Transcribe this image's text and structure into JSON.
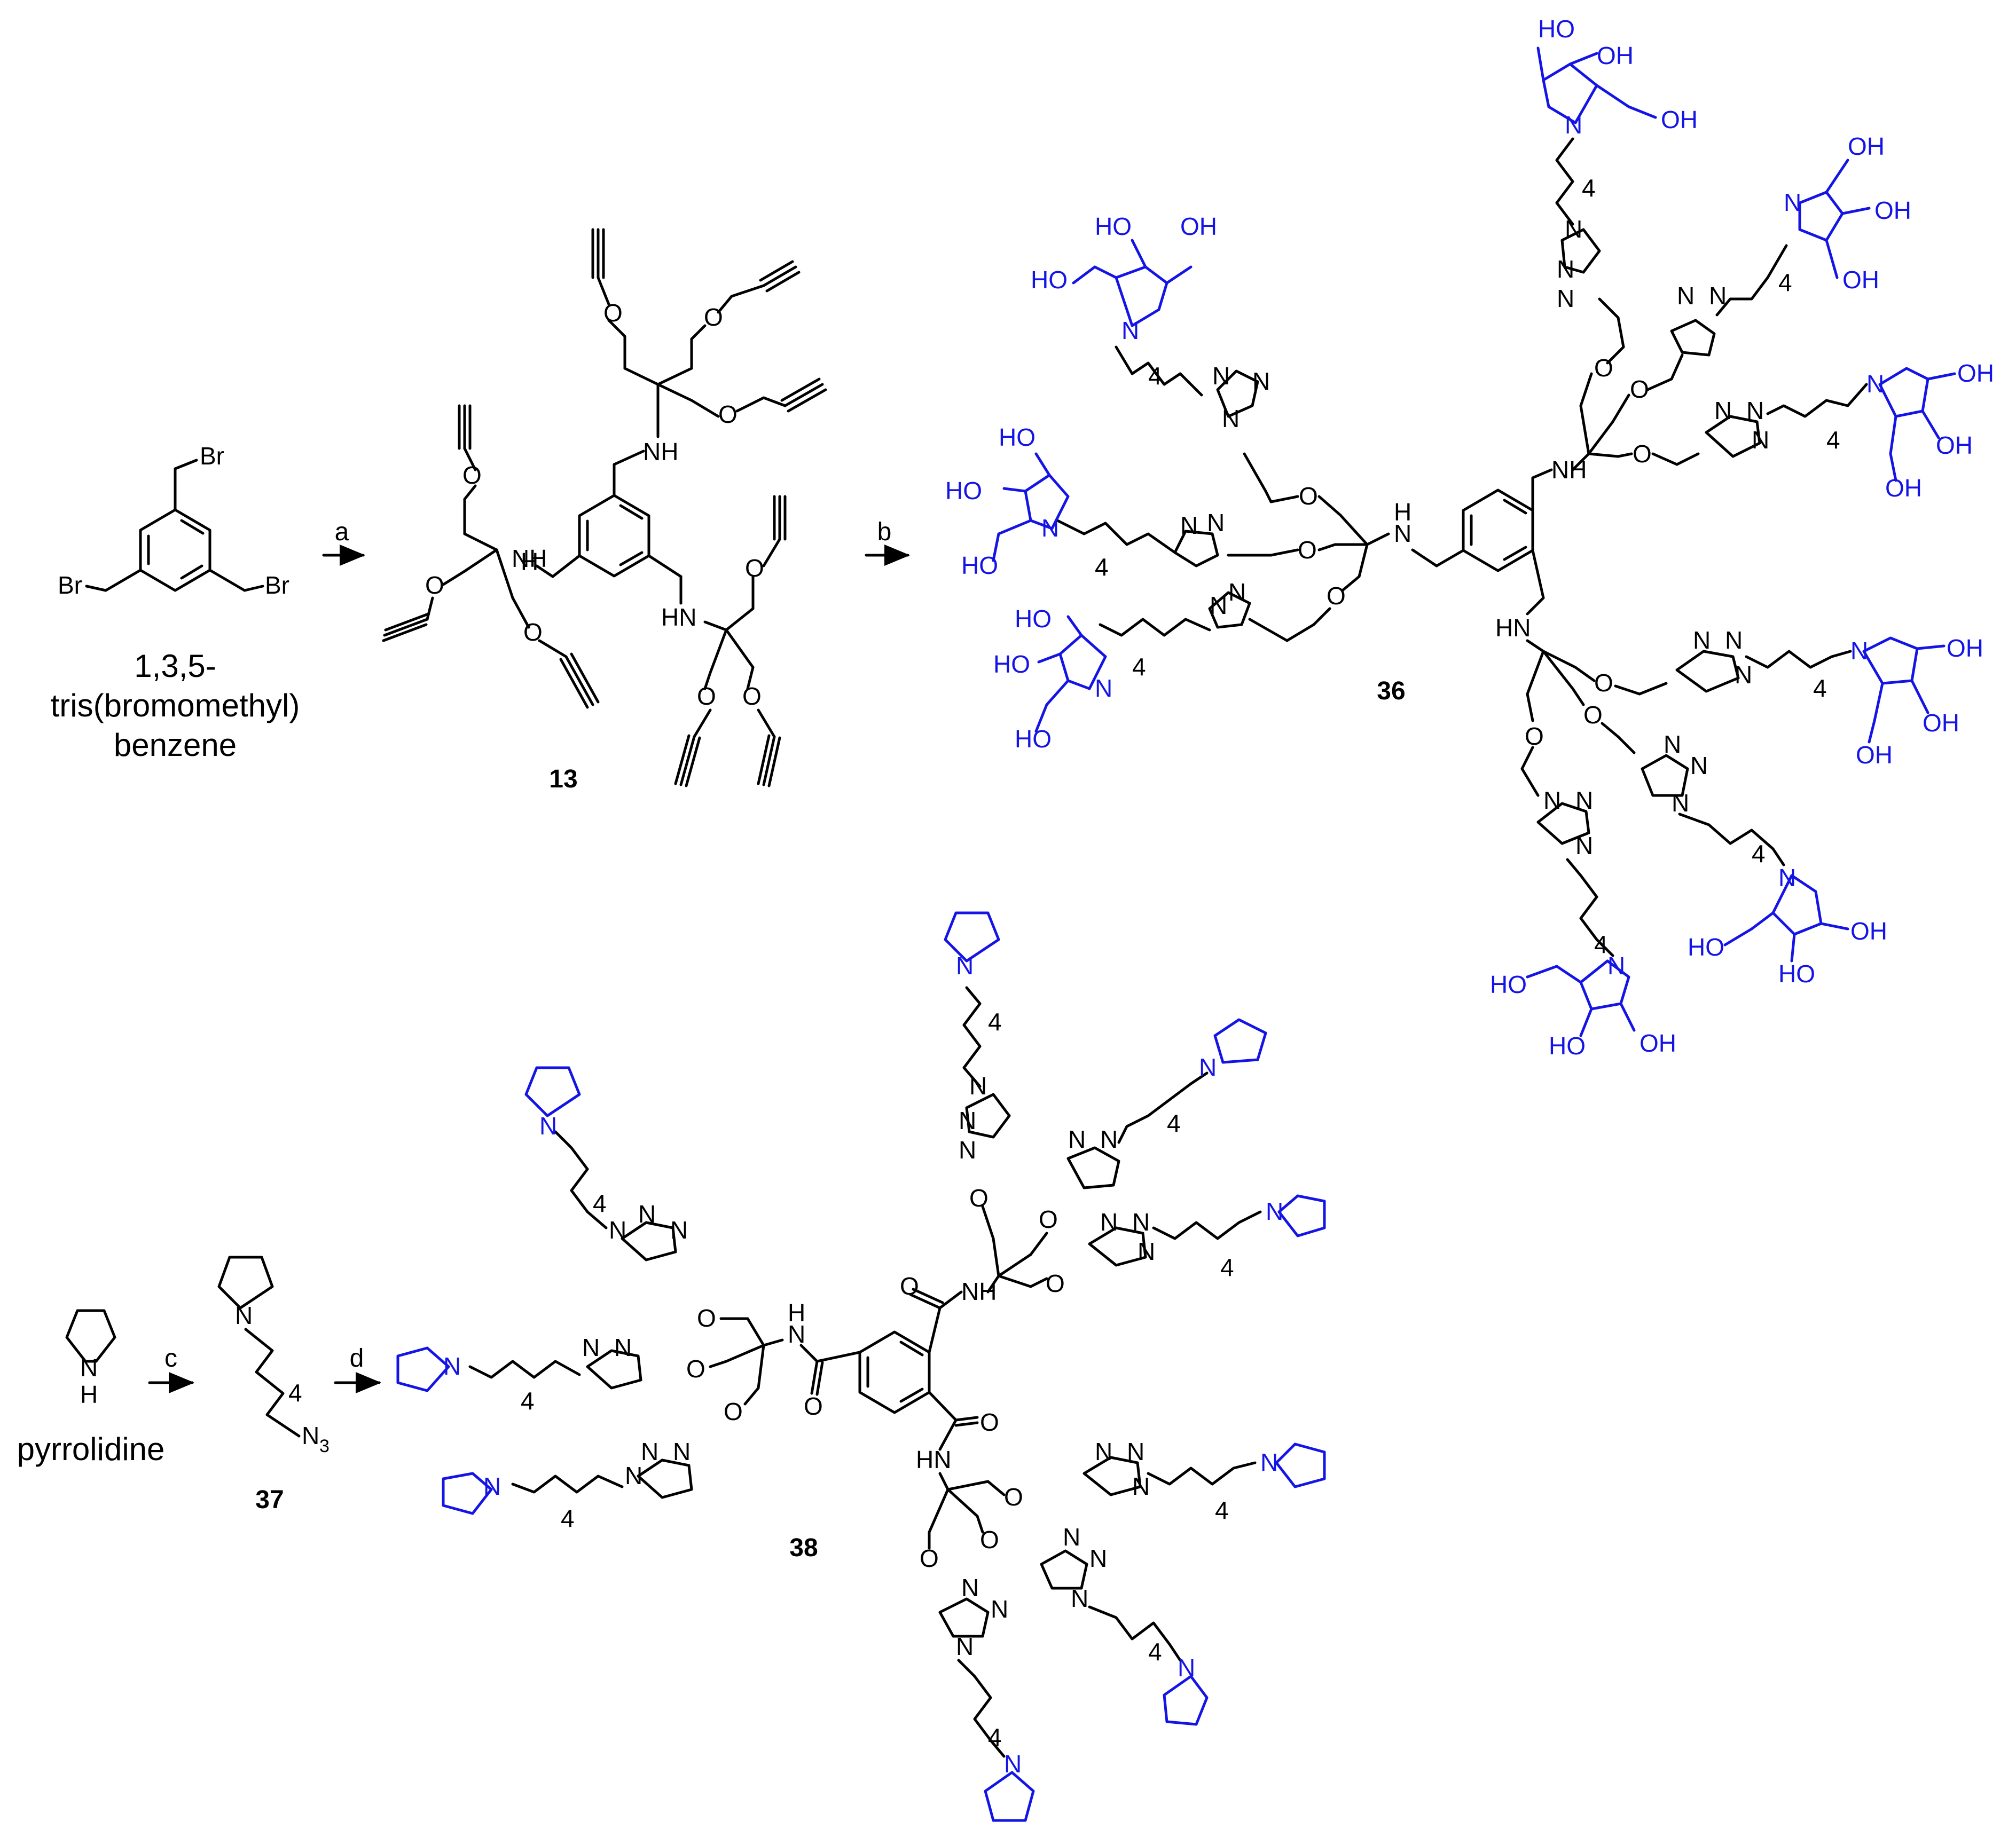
{
  "scheme": {
    "start_material": {
      "name_line1": "1,3,5-",
      "name_line2": "tris(bromomethyl)",
      "name_line3": "benzene",
      "atom_br": "Br"
    },
    "pyrrolidine": {
      "name": "pyrrolidine",
      "atom_n": "N",
      "atom_h": "H"
    },
    "compounds": {
      "c13": "13",
      "c36": "36",
      "c37": "37",
      "c38": "38"
    },
    "arrows": {
      "a": "a",
      "b": "b",
      "c": "c",
      "d": "d"
    },
    "atoms": {
      "oh": "OH",
      "ho": "HO",
      "nh": "NH",
      "hn": "HN",
      "n": "N",
      "o": "O",
      "h": "H",
      "n3": "N",
      "n3_sub": "3",
      "four": "4"
    },
    "colors": {
      "iminosugar": "#1414e6",
      "skeleton": "#000000"
    }
  }
}
